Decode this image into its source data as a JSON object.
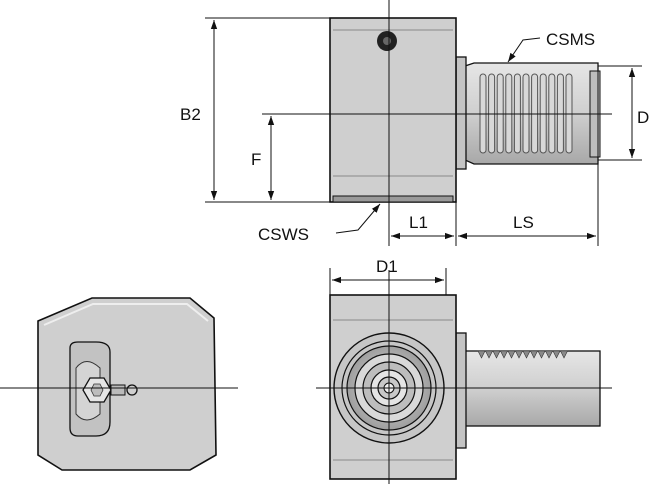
{
  "labels": {
    "csms": "CSMS",
    "b2": "B2",
    "d": "D",
    "f": "F",
    "csws": "CSWS",
    "l1": "L1",
    "ls": "LS",
    "d1": "D1"
  },
  "colors": {
    "body_fill": "#cfcfcf",
    "body_light": "#e2e2e2",
    "body_dark": "#a9a9a9",
    "outline": "#111111",
    "dim_line": "#111111"
  }
}
